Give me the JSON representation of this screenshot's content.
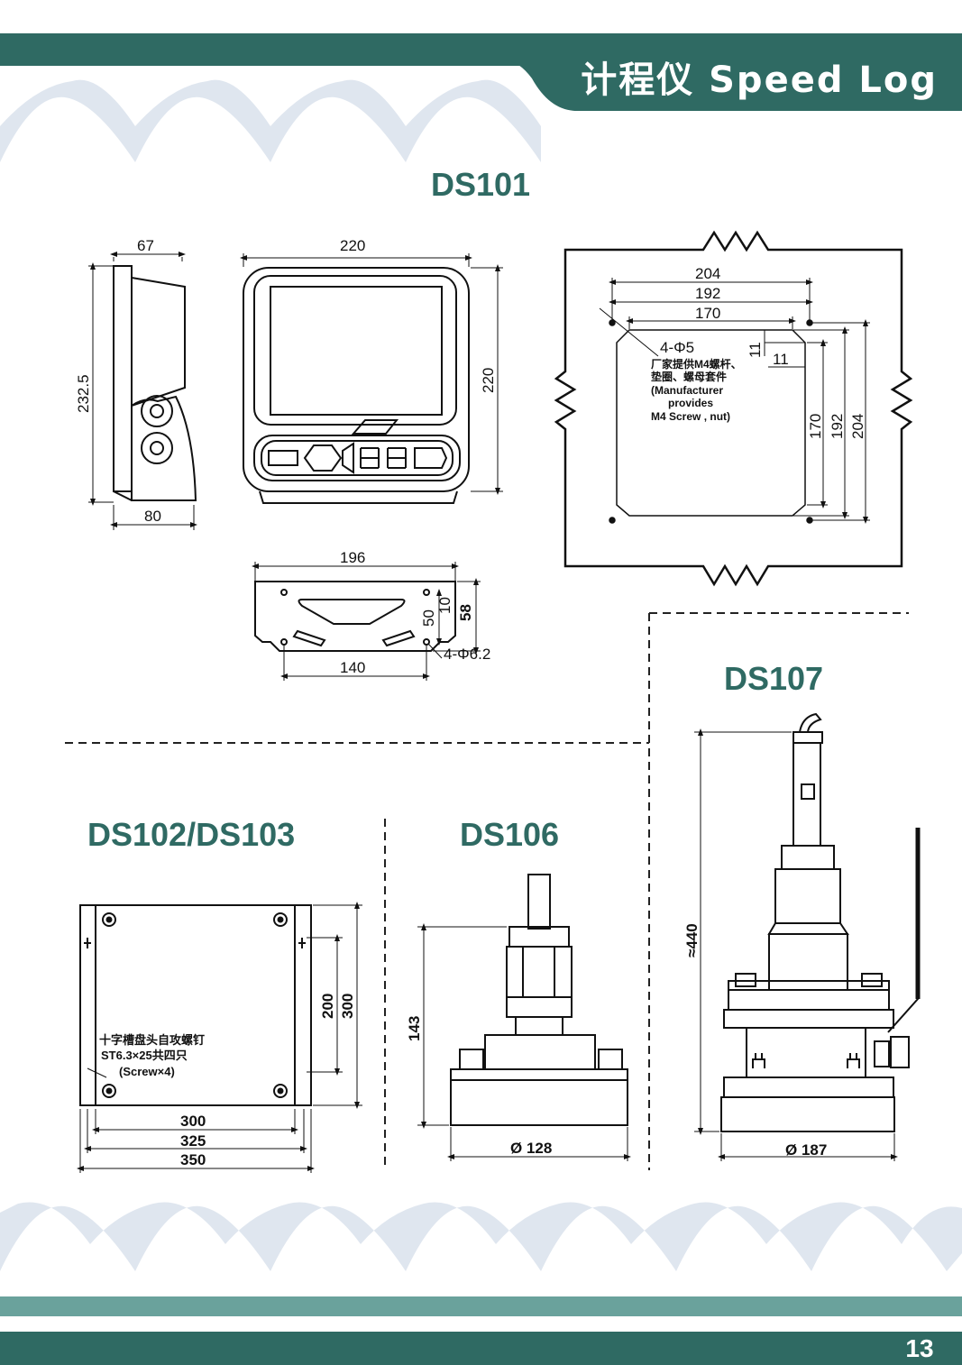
{
  "header": {
    "title": "计程仪 Speed Log"
  },
  "models": {
    "ds101": "DS101",
    "ds102_103": "DS102/DS103",
    "ds106": "DS106",
    "ds107": "DS107"
  },
  "ds101": {
    "side_width": "67",
    "side_base": "80",
    "side_height": "232.5",
    "front_width": "220",
    "front_height": "220",
    "cutout_outer": "204",
    "cutout_mid": "192",
    "cutout_inner": "170",
    "corner_a": "11",
    "corner_b": "11",
    "cutout_v_inner": "170",
    "cutout_v_mid": "192",
    "cutout_v_outer": "204",
    "hole_spec": "4-Φ5",
    "note_cn_1": "厂家提供M4螺杆、",
    "note_cn_2": "垫圈、螺母套件",
    "note_en_1": "(Manufacturer",
    "note_en_2": "provides",
    "note_en_3": "M4 Screw , nut)",
    "bracket_width": "196",
    "bracket_holes": "140",
    "bracket_h1": "10",
    "bracket_h2": "50",
    "bracket_h3": "58",
    "bracket_hole_spec": "4-Φ6.2"
  },
  "ds102": {
    "note_1": "十字槽盘头自攻螺钉",
    "note_2": "ST6.3×25共四只",
    "note_3": "(Screw×4)",
    "w1": "300",
    "w2": "325",
    "w3": "350",
    "h1": "200",
    "h2": "300"
  },
  "ds106": {
    "height": "143",
    "diameter": "Ø 128"
  },
  "ds107": {
    "height": "≈440",
    "diameter": "Ø 187"
  },
  "footer": {
    "page": "13"
  }
}
